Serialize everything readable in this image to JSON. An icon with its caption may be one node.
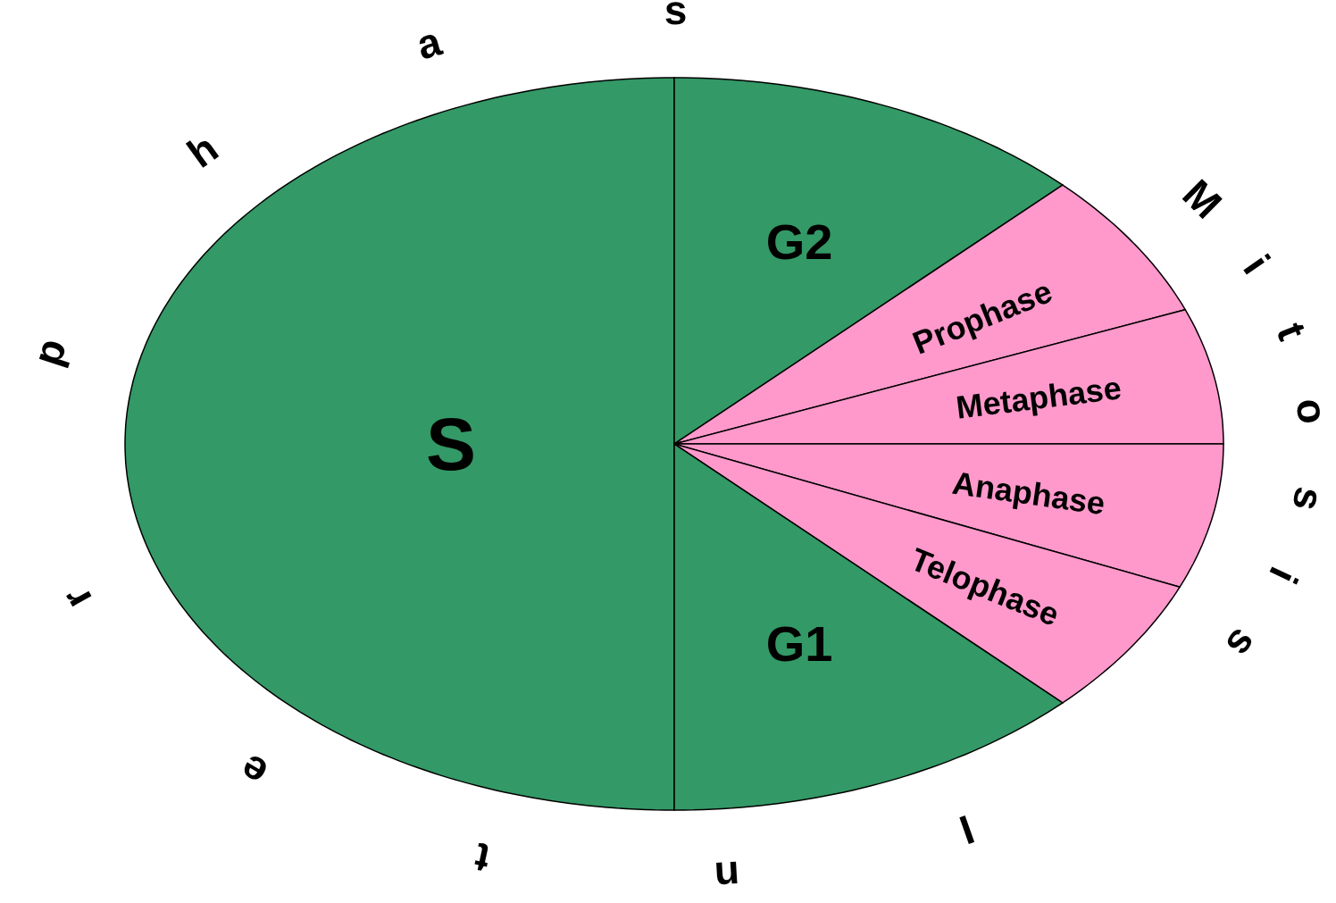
{
  "diagram": {
    "nodes": [
      {
        "text": [
          "S"
        ]
      },
      {
        "text": [
          "G2"
        ]
      },
      {
        "text": [
          "Prophase"
        ]
      },
      {
        "text": [
          "Metaphase"
        ]
      },
      {
        "text": [
          "Anaphase"
        ]
      },
      {
        "text": [
          "Telophase"
        ]
      },
      {
        "text": [
          "G1"
        ]
      }
    ],
    "labels": [
      "Interphase",
      "Mitosis"
    ]
  }
}
